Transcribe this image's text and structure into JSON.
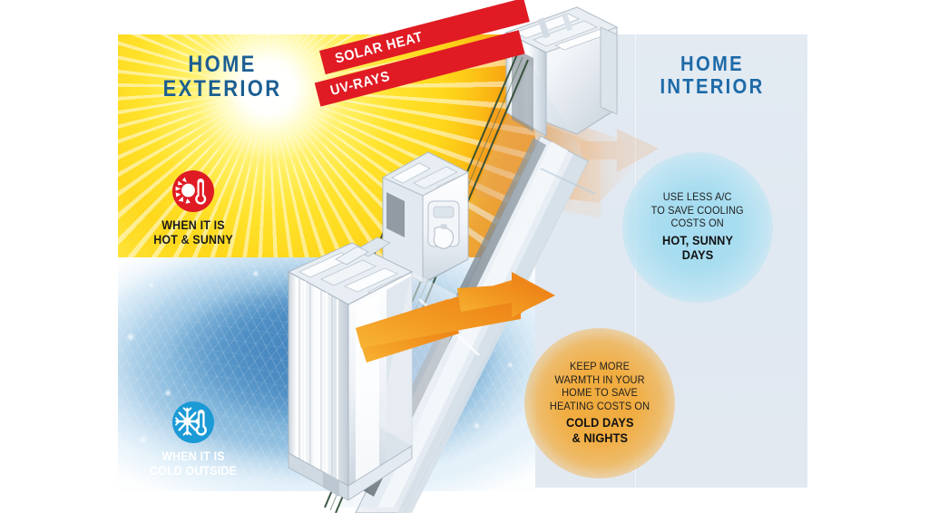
{
  "graphic": {
    "kind": "window-energy-efficiency-infographic",
    "colors": {
      "exterior_label_blue": "#1b5e92",
      "interior_label_blue": "#1d6aa8",
      "banner_red": "#e01b24",
      "hot_badge_red": "#e01b24",
      "cold_badge_blue": "#1b9ad6",
      "cooling_bubble_blue": "#a5dcf0",
      "heating_bubble_orange": "#f0ab3d",
      "sun_yellow": "#ffdf22",
      "sun_orange": "#f2820b",
      "frost_blue": "#3f7fba",
      "interior_bg": "#e1e9f1",
      "arrow_orange_light": "#f7a82c",
      "arrow_orange_dark": "#ec7a18",
      "glass_edge_green": "#2d4a34",
      "frame_white": "#f4f7fa"
    }
  },
  "exterior": {
    "label_line_1": "HOME",
    "label_line_2": "EXTERIOR",
    "banners": [
      {
        "id": "solar-heat",
        "text": "SOLAR HEAT"
      },
      {
        "id": "uv-rays",
        "text": "UV-RAYS"
      }
    ],
    "conditions": [
      {
        "id": "hot-sunny",
        "icon": "sun-thermometer-icon",
        "caption_line_1": "WHEN IT IS",
        "caption_line_2": "HOT & SUNNY"
      },
      {
        "id": "cold-outside",
        "icon": "snowflake-thermometer-icon",
        "caption_line_1": "WHEN IT IS",
        "caption_line_2": "COLD OUTSIDE"
      }
    ]
  },
  "interior": {
    "label_line_1": "HOME",
    "label_line_2": "INTERIOR",
    "bubbles": [
      {
        "id": "cooling",
        "lines": [
          "USE LESS A/C",
          "TO SAVE COOLING",
          "COSTS ON"
        ],
        "emphasis": [
          "HOT, SUNNY",
          "DAYS"
        ]
      },
      {
        "id": "heating",
        "lines": [
          "KEEP MORE",
          "WARMTH IN YOUR",
          "HOME TO SAVE",
          "HEATING COSTS ON"
        ],
        "emphasis": [
          "COLD DAYS",
          "& NIGHTS"
        ]
      }
    ]
  },
  "illustration": {
    "window": "vinyl-window-cross-section",
    "heat_arrow": "bent-orange-heat-retention-arrow",
    "blocked_beam": "faded-solar-beam-exiting-glass"
  }
}
